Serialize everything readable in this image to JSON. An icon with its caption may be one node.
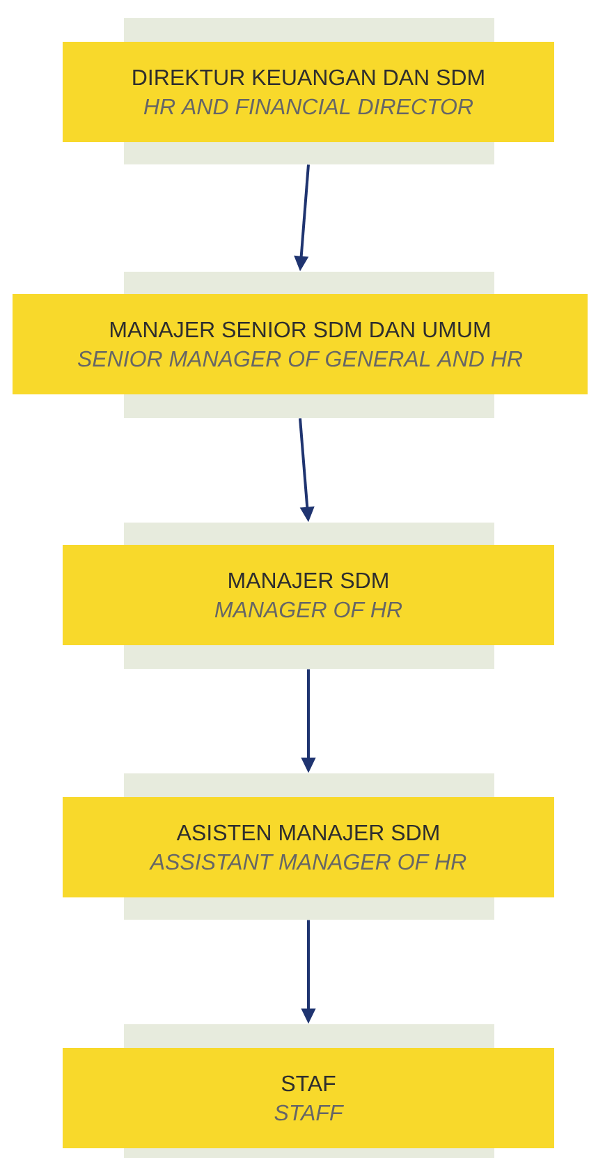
{
  "diagram": {
    "nodes": [
      {
        "text": [
          "DIREKTUR KEUANGAN DAN SDM",
          "HR AND FINANCIAL DIRECTOR"
        ]
      },
      {
        "text": [
          "MANAJER SENIOR SDM DAN UMUM",
          "SENIOR MANAGER OF GENERAL AND HR"
        ]
      },
      {
        "text": [
          "MANAJER SDM",
          "MANAGER OF HR"
        ]
      },
      {
        "text": [
          "ASISTEN MANAJER SDM",
          "ASSISTANT MANAGER OF HR"
        ]
      },
      {
        "text": [
          "STAF",
          "STAFF"
        ]
      }
    ],
    "edges": [
      {
        "from": 0,
        "to": 1,
        "arrow": "to"
      },
      {
        "from": 1,
        "to": 2,
        "arrow": "to"
      },
      {
        "from": 2,
        "to": 3,
        "arrow": "to"
      },
      {
        "from": 3,
        "to": 4,
        "arrow": "to"
      }
    ]
  }
}
